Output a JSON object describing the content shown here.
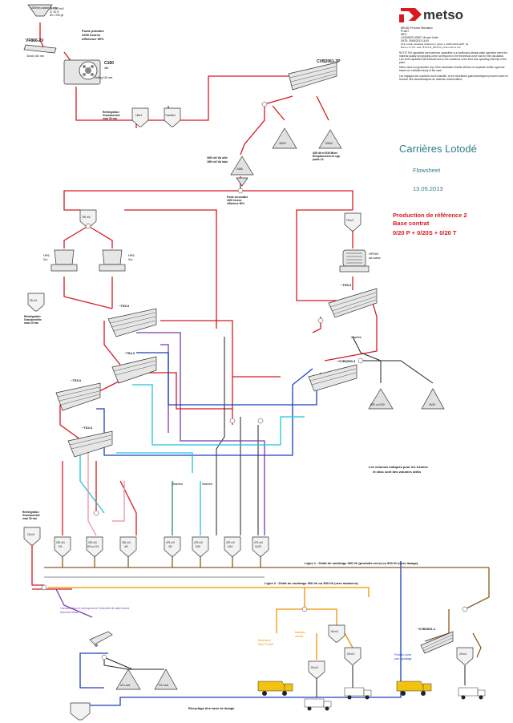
{
  "brand": {
    "name": "metso",
    "color": "#d71920",
    "icon": "metso-logo-icon"
  },
  "header_info": [
    "BRUNO Process Simulation",
    "PLANT",
    "INFO",
    "LICENSED USER: Vincent Cette",
    "DATE: 25/06/2013 14:45",
    "FILE: Lotodé_Flowsheet_Référence 2_Option 1_0/20P+0/20S+0/20T_Re",
    "Bruno v 3.7.0.0 - area: v5.70.0.11_OB v5.79_v1.32 v1.32 ou 2.11"
  ],
  "notes": [
    "NOTE! The capacities are maximum capacities in a continuous steady-state operation when the material quality and grading curve correspond to the theoretical curve used in the calculation.",
    "Low level capacities will fluctuate due to the variations in the feed and operating intensity of the plant.",
    "Metso does not guarantee any of the calculation results without our separate written approval based on a detailed study of the case."
  ],
  "notes_fr": "Les réglages des machines sont indicatifs, et les répartitions granulométriques peuvent varier en fonction des caractéristiques du matériau d'alimentation",
  "title": "Carrières Lotodé",
  "subtitle": "Flowsheet",
  "date": "13.05.2013",
  "production": [
    "Production de référence 2",
    "Base contrat",
    "0/20 P  +  0/20S + 0/20 T"
  ],
  "feed": {
    "label": "1000mm coarse Granite",
    "lines": [
      "Q: 2.00 t/m3",
      "Q: 35 %",
      "Air: 1750 g/t"
    ]
  },
  "equipment": {
    "grizzly": "VF866-2V",
    "grizzly_sub": "Grizzly 160 mm",
    "primary_post": [
      "Poste primaire",
      "2200 heures",
      "efficience 90%"
    ],
    "jaw": "C160",
    "jaw_sub": [
      "480",
      "Setting 160 mm"
    ],
    "screen_cv": "CVB2061-3P",
    "surge": [
      "Réintégration",
      "Granulométrie",
      "maxi 90 mm"
    ],
    "bin_a": "15m3",
    "bin_b": "Transfert",
    "pile_a": "40000",
    "pile_b": "90000",
    "pile_b_text": [
      "0/20 dit et 0/30 Mixer",
      "Remplacement de cpp",
      "partie LS"
    ],
    "stock": "Stock",
    "stock_label": [
      "3300 m3 Vol utile",
      "1800 m3 Vol total"
    ],
    "stock_pile": "20/80",
    "secondary_post": [
      "Poste secondaire",
      "2400 heures",
      "efficience 90%"
    ],
    "hp_left": "HP6",
    "hp_left_sub": "Sec",
    "hp_right": "HP6",
    "hp_right_sub": "Sec",
    "hp_bin": "750 m3",
    "hp500": "HP500",
    "hp500_sub": "std coarse",
    "hp500_bin": "75 m3",
    "ts53_right": "~TS5.3",
    "ts53_left": "~TS5.3",
    "ts43_a": "~TS4.3",
    "ts53_b": "~TS5.3",
    "ts43_b": "~TS4.3",
    "cvb_mid": "~CVB2050-3",
    "surge2": [
      "Réintégration",
      "Granulométrie",
      "maxi 20 mm"
    ],
    "bin_25": "25 m3",
    "pile_0205": "0/20 ou 0/30",
    "pile_2040": "20/40",
    "washfine": "Washfine",
    "washfine2": "Washfine",
    "washfine3": "Washfine"
  },
  "volumes_note": [
    "Les volumes indiqués pour les trémies",
    "et silos sont des volumes utiles"
  ],
  "silos": [
    {
      "label": "200 m3",
      "sub": "0/4"
    },
    {
      "label": "200 m3",
      "sub": "0/4 ou 2/4"
    },
    {
      "label": "200 m3",
      "sub": "4/6"
    },
    {
      "label": "475 m3",
      "sub": "4/6"
    },
    {
      "label": "475 m3",
      "sub": "6/10"
    },
    {
      "label": "475 m3",
      "sub": "6/14"
    },
    {
      "label": "475 m3",
      "sub": "14/20"
    }
  ],
  "reintegration_left": [
    "Réintégration",
    "Granulométrie",
    "maxi 50 mm"
  ],
  "bin_left": "15 m3",
  "ligne1": "Ligne 1 : Débit de soutirage 900 t/h (produits secs) ou 500 t/h (vers lavage)",
  "ligne2": "Ligne 2 : Débit de soutirage 900 t/h  ou 500 t/h (vers malaxeur)",
  "feeder_note": [
    "3 alimentateurs et convoyeurs de Tw/lesmelt de sable fournis",
    "fourniture Metso"
  ],
  "products": {
    "dest1": [
      "Destockeur",
      "Mono Produit"
    ],
    "dest2": [
      "Malaxeur",
      "vertical"
    ],
    "bin_50": "50 m3",
    "bin_25b": "25 m3",
    "bin_50b": "50 m3",
    "lave": [
      "Produits Lavés",
      "pour égouttage"
    ],
    "cvb_low": "~CVB2061-1",
    "bin_25c": "25 m3",
    "pile_lave1": "0/2 Lavé",
    "pile_lave2": "2/4 Lavé"
  },
  "recycle": "Recyclage des eaux de lavage",
  "legend_colors": {
    "red": "#d71920",
    "purple": "#7a3ab0",
    "blue": "#1b3fbf",
    "cyan": "#1fc7d6",
    "green": "#1f8a70",
    "brown": "#8a5a22",
    "orange": "#f39200",
    "teal_title": "#2e7d8c"
  }
}
